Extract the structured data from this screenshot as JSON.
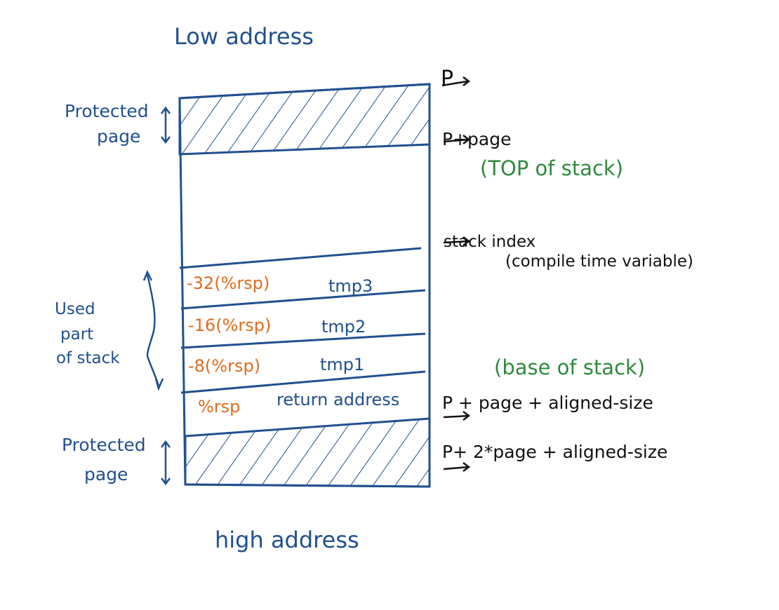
{
  "diagram": {
    "title_low": "Low address",
    "title_high": "high address",
    "protected_page_top": [
      "Protected",
      "page"
    ],
    "protected_page_bottom": [
      "Protected",
      "page"
    ],
    "used_part": [
      "Used",
      "part",
      "of stack"
    ],
    "pointers": {
      "p": "P",
      "p_page": "P+page",
      "top_of_stack": "(TOP of stack)",
      "stack_index_1": "stack index",
      "stack_index_2": "(compile time variable)",
      "base_of_stack": "(base of stack)",
      "aligned": "P + page + aligned-size",
      "two_page": "P+ 2*page + aligned-size"
    },
    "slots": [
      {
        "offset": "-32(%rsp)",
        "name": "tmp3"
      },
      {
        "offset": "-16(%rsp)",
        "name": "tmp2"
      },
      {
        "offset": "-8(%rsp)",
        "name": "tmp1"
      },
      {
        "offset": "%rsp",
        "name": "return address"
      }
    ],
    "colors": {
      "blue": "#21508f",
      "black": "#111111",
      "orange": "#e06b1e",
      "green": "#2f8a3e"
    }
  }
}
